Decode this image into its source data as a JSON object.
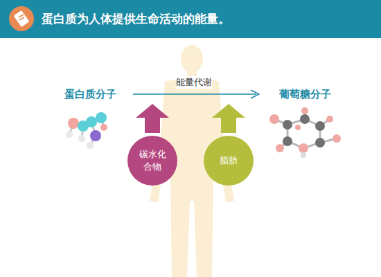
{
  "diagram": {
    "title": "蛋白质为人体提供生命活动的能量。",
    "nodes": [
      {
        "text": [
          "碳水化合物"
        ]
      },
      {
        "text": [
          "脂肪"
        ]
      }
    ],
    "labels": [
      "蛋白质分子",
      "能量代谢",
      "葡萄糖分子"
    ]
  }
}
